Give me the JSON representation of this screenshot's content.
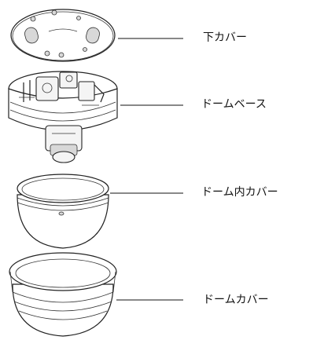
{
  "parts": [
    {
      "id": "bottom-cover",
      "label": "下カバー"
    },
    {
      "id": "dome-base",
      "label": "ドームベース"
    },
    {
      "id": "dome-inner-cover",
      "label": "ドーム内カバー"
    },
    {
      "id": "dome-cover",
      "label": "ドームカバー"
    }
  ]
}
